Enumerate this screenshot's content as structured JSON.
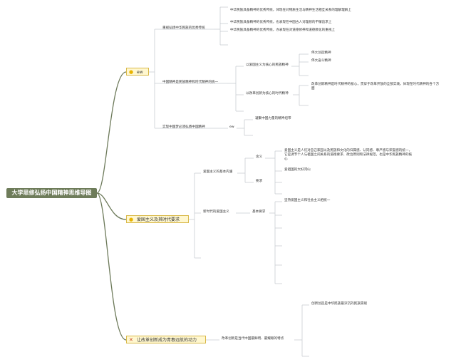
{
  "root": "大学思修弘扬中国精神思维导图",
  "branches": {
    "b1": {
      "icon": "sun-icon",
      "label": "ew",
      "c1": {
        "label": "重视弘扬中华民族的优秀传统",
        "items": [
          "中华民族具备精神的优秀传统，体现在对物质生活与精神生活相互关系的理解理解上",
          "中华民族具备精神的优秀传统，也表现在中国古人对理想的不懈追求上",
          "中华民族具备精神的优秀传统，亦表现在对道德修养和道德教化的重视上"
        ]
      },
      "c2": {
        "label": "中国精神是民族精神和时代精神的统一",
        "s1": {
          "label": "以爱国主义为核心的民族精神",
          "items": [
            "伟大创造精神",
            "伟大奋斗精神"
          ]
        },
        "s2": {
          "label": "以改革创新为核心的时代精神",
          "items": [
            "改革创新精神是时代精神的核心，贯穿于改革开放的全部实践，体现在时代精神的各个方面"
          ]
        }
      },
      "c3": {
        "label": "实现中国梦必须弘扬中国精神",
        "sub": "ew",
        "items": [
          "凝聚中国力量的精神纽带"
        ]
      }
    },
    "b2": {
      "icon": "sun-icon",
      "label": "爱国主义及其时代要求",
      "c1": {
        "label": "爱国主义的基本内涵",
        "s1": {
          "label": "含义",
          "items": [
            "爱国主义是人们对自己家园以及民族和文化的归属感、认同感、尊严感与荣誉感的统一，它是调节个人与祖国之间关系的道德要求、政治原则和法律规范，也是中华民族精神的核心"
          ]
        },
        "s2": {
          "label": "要求",
          "items": [
            "爱祖国的大好河山"
          ]
        }
      },
      "c2": {
        "label": "新时代的爱国主义",
        "s1": {
          "label": "基本要求",
          "items": [
            "坚持爱国主义和社会主义相统一"
          ]
        }
      }
    },
    "b3": {
      "icon": "cross-icon",
      "label": "让改革创新成为青春远航的动力",
      "c1": {
        "label": "改革创新是当代中国最鲜明、最耀眼的特点",
        "items": [
          "创新创造是中华民族最深沉的民族禀赋"
        ]
      }
    }
  }
}
